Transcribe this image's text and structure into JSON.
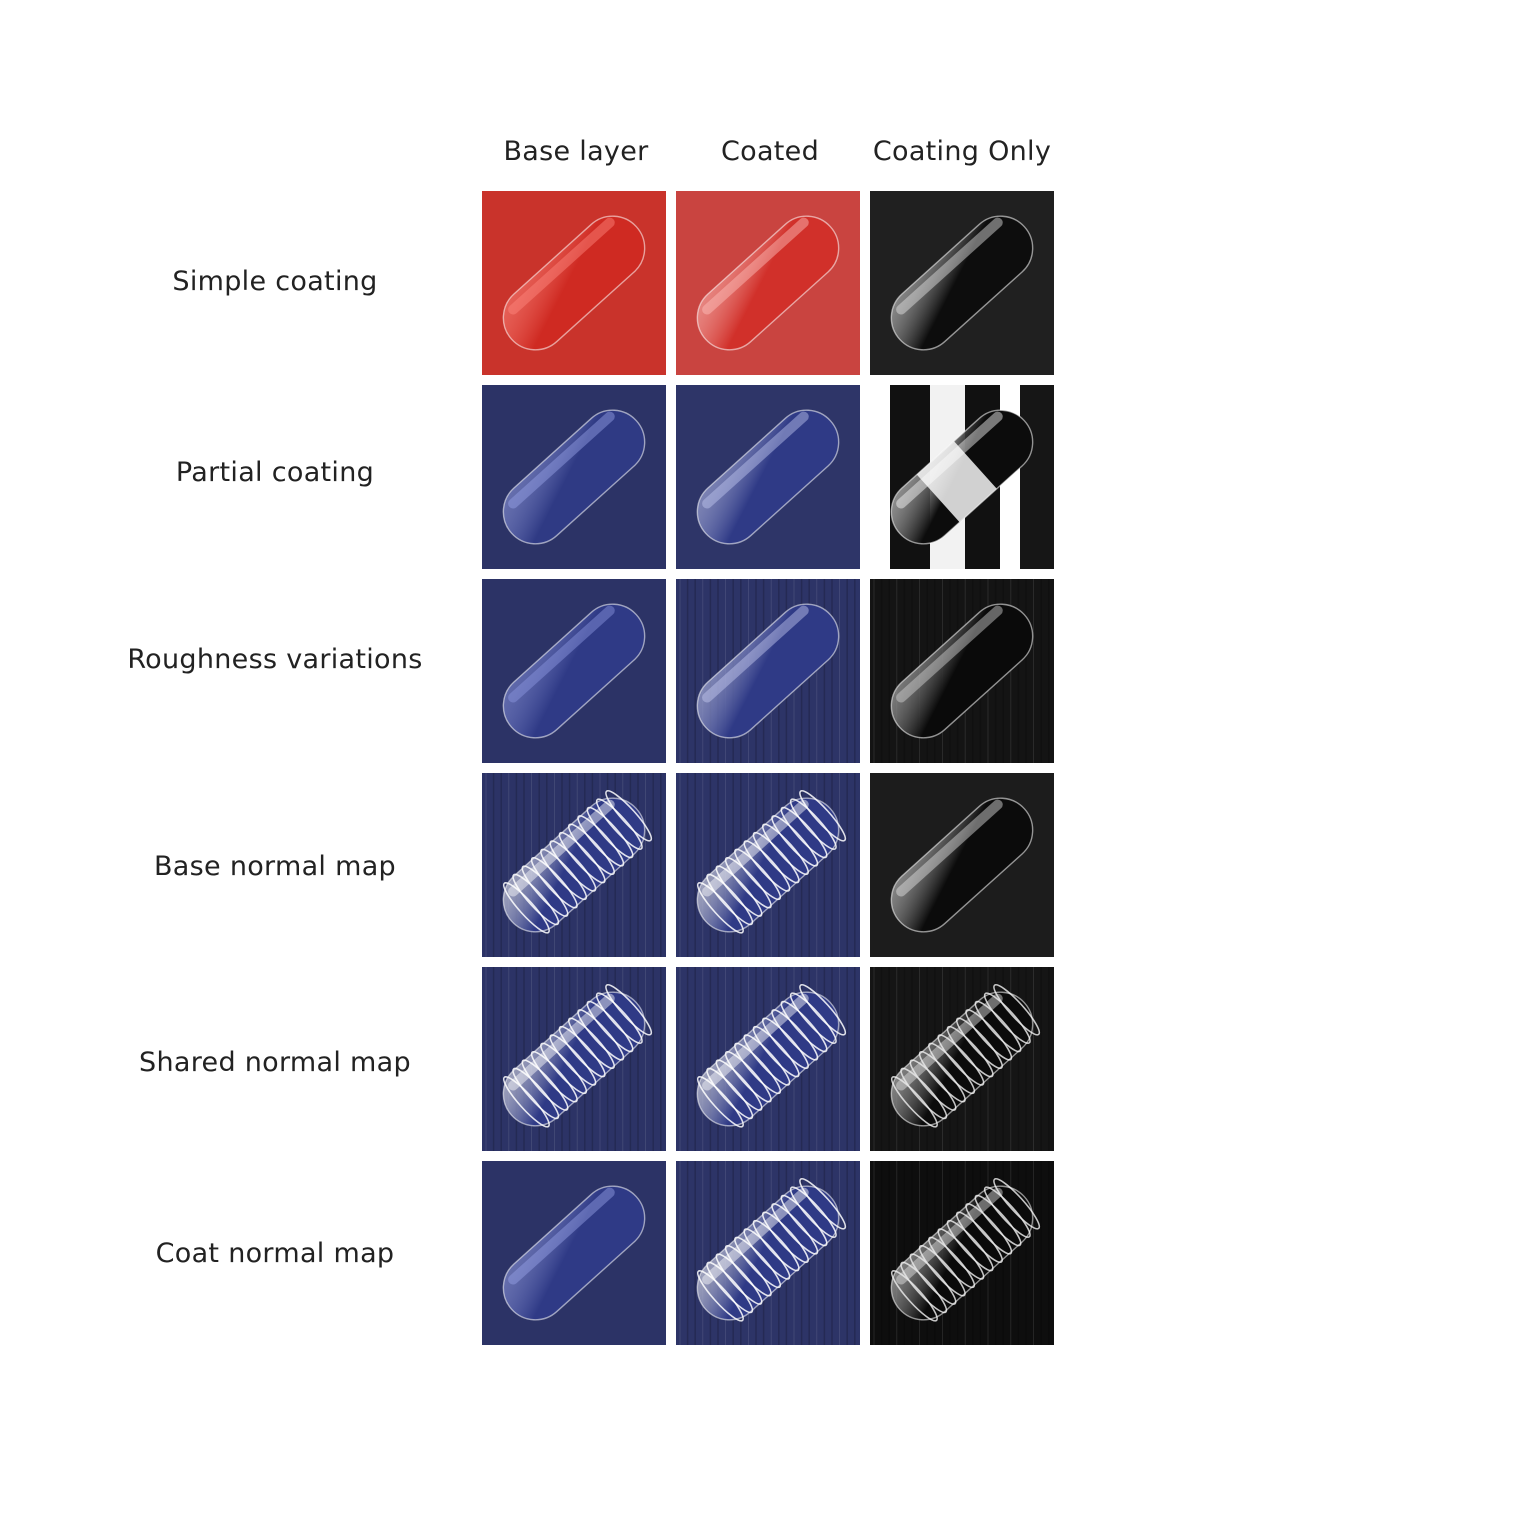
{
  "columns": [
    "Base layer",
    "Coated",
    "Coating Only"
  ],
  "rows": [
    {
      "label": "Simple coating",
      "tiles": [
        {
          "bg": "#c9332b",
          "body": "#cf2a22",
          "hi": "#ff8a80",
          "rings": false,
          "streaks": false
        },
        {
          "bg": "#c94440",
          "body": "#d1302a",
          "hi": "#ffc4bf",
          "rings": false,
          "streaks": false
        },
        {
          "bg": "#202020",
          "body": "#0d0d0d",
          "hi": "#e8e8e8",
          "rings": false,
          "streaks": false
        }
      ]
    },
    {
      "label": "Partial coating",
      "tiles": [
        {
          "bg": "#2c3366",
          "body": "#2f3a84",
          "hi": "#9aa4e8",
          "rings": false,
          "streaks": false
        },
        {
          "bg": "#2e3568",
          "body": "#2f3a86",
          "hi": "#c3c9f2",
          "rings": false,
          "streaks": false
        },
        {
          "bg": "#ffffff",
          "body": "#0c0c0c",
          "hi": "#ffffff",
          "rings": false,
          "streaks": false,
          "partial": true
        }
      ]
    },
    {
      "label": "Roughness variations",
      "tiles": [
        {
          "bg": "#2c3366",
          "body": "#2f3a86",
          "hi": "#8e99e3",
          "rings": false,
          "streaks": false
        },
        {
          "bg": "#2d3467",
          "body": "#2f3a86",
          "hi": "#c8cdf2",
          "rings": false,
          "streaks": true
        },
        {
          "bg": "#141414",
          "body": "#0a0a0a",
          "hi": "#d8d8d8",
          "rings": false,
          "streaks": true
        }
      ]
    },
    {
      "label": "Base normal map",
      "tiles": [
        {
          "bg": "#2c3366",
          "body": "#2f3a86",
          "hi": "#ffffff",
          "rings": true,
          "streaks": true
        },
        {
          "bg": "#2d3467",
          "body": "#2f3a86",
          "hi": "#ffffff",
          "rings": true,
          "streaks": true
        },
        {
          "bg": "#1c1c1c",
          "body": "#0b0b0b",
          "hi": "#e6e6e6",
          "rings": false,
          "streaks": false
        }
      ]
    },
    {
      "label": "Shared normal map",
      "tiles": [
        {
          "bg": "#2c3366",
          "body": "#2f3a86",
          "hi": "#ffffff",
          "rings": true,
          "streaks": true
        },
        {
          "bg": "#2d3467",
          "body": "#2f3a86",
          "hi": "#ffffff",
          "rings": true,
          "streaks": true
        },
        {
          "bg": "#151515",
          "body": "#0b0b0b",
          "hi": "#e6e6e6",
          "rings": true,
          "streaks": true
        }
      ]
    },
    {
      "label": "Coat normal map",
      "tiles": [
        {
          "bg": "#2c3366",
          "body": "#2f3a86",
          "hi": "#9aa4e8",
          "rings": false,
          "streaks": false
        },
        {
          "bg": "#2d3467",
          "body": "#2f3a86",
          "hi": "#ffffff",
          "rings": true,
          "streaks": true
        },
        {
          "bg": "#0e0e0e",
          "body": "#0a0a0a",
          "hi": "#e6e6e6",
          "rings": true,
          "streaks": true
        }
      ]
    }
  ]
}
